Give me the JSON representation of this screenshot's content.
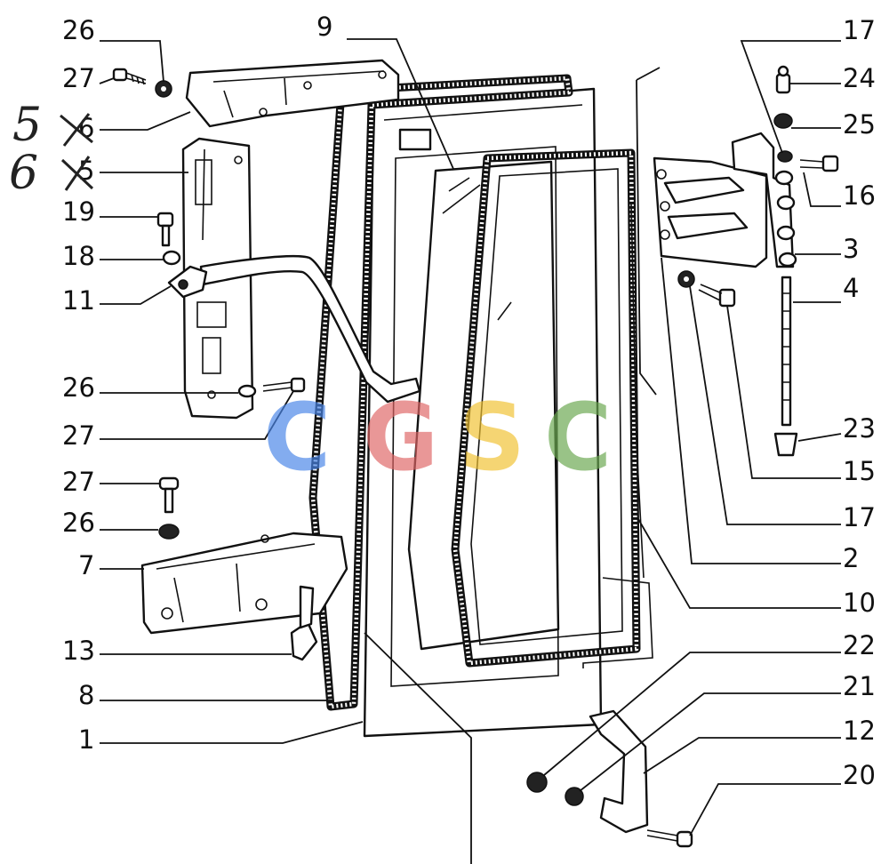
{
  "left_labels": [
    {
      "text": "26"
    },
    {
      "text": "27"
    },
    {
      "text": "6"
    },
    {
      "text": "5"
    },
    {
      "text": "19"
    },
    {
      "text": "18"
    },
    {
      "text": "11"
    },
    {
      "text": "26"
    },
    {
      "text": "27"
    },
    {
      "text": "27"
    },
    {
      "text": "26"
    },
    {
      "text": "7"
    },
    {
      "text": "13"
    },
    {
      "text": "8"
    },
    {
      "text": "1"
    }
  ],
  "right_labels": [
    {
      "text": "17"
    },
    {
      "text": "24"
    },
    {
      "text": "25"
    },
    {
      "text": "16"
    },
    {
      "text": "3"
    },
    {
      "text": "4"
    },
    {
      "text": "23"
    },
    {
      "text": "15"
    },
    {
      "text": "17"
    },
    {
      "text": "2"
    },
    {
      "text": "10"
    },
    {
      "text": "22"
    },
    {
      "text": "21"
    },
    {
      "text": "12"
    },
    {
      "text": "20"
    }
  ],
  "top_label": {
    "text": "9"
  },
  "handwritten_notes": [
    {
      "text": "5"
    },
    {
      "text": "6"
    }
  ],
  "watermark": {
    "letters": [
      "C",
      "G",
      "S",
      "C"
    ],
    "colors": [
      "#4a86e8",
      "#e06666",
      "#f1c232",
      "#6aa84f"
    ]
  }
}
